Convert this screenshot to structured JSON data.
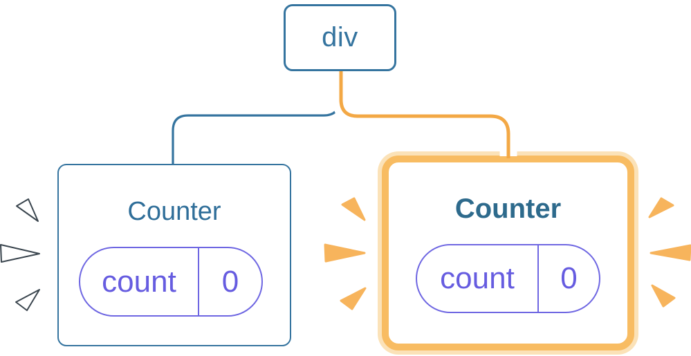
{
  "diagram": {
    "root_node": {
      "label": "div"
    },
    "cards": {
      "left": {
        "title": "Counter",
        "state_key": "count",
        "state_value": "0"
      },
      "right": {
        "title": "Counter",
        "state_key": "count",
        "state_value": "0"
      }
    },
    "colors": {
      "blue": "#35749F",
      "left_title": "#2F6E99",
      "right_title": "#2D6A8C",
      "purple": "#665CE0",
      "purple_border": "#6E66E2",
      "orange_ring": "#F8BC62",
      "orange_halo": "#FBE2B8",
      "orange_core": "#F3A845",
      "spark_orange": "#F7B45C",
      "spark_white": "#FFFFFF",
      "spark_outline": "#3A454E",
      "casing": "#FFFFFF"
    }
  }
}
